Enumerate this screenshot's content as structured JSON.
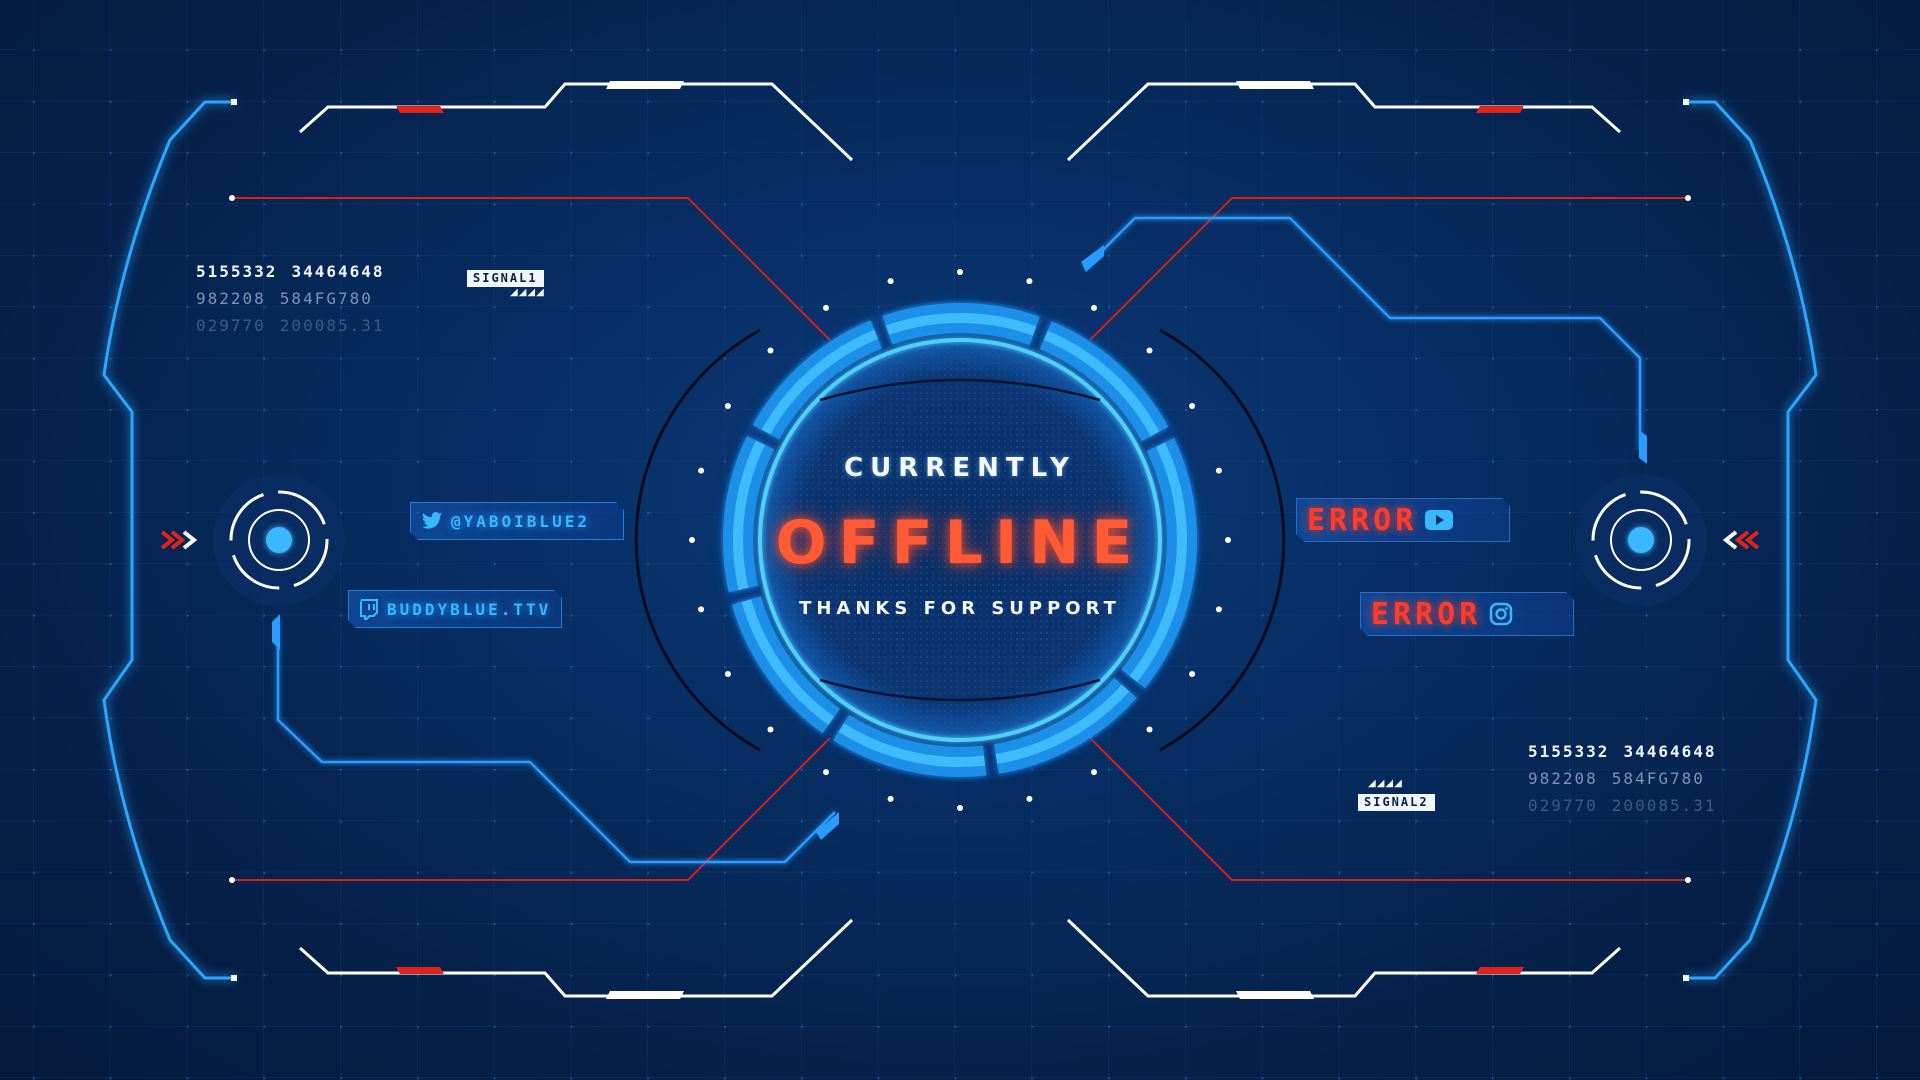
{
  "screen": {
    "status_line": "CURRENTLY",
    "status_main": "OFFLINE",
    "status_sub": "THANKS FOR SUPPORT"
  },
  "readouts": {
    "left": {
      "row1": [
        "5155332",
        "34464648"
      ],
      "row2": [
        "982208",
        "584FG780"
      ],
      "row3": [
        "029770",
        "200085.31"
      ]
    },
    "right": {
      "row1": [
        "5155332",
        "34464648"
      ],
      "row2": [
        "982208",
        "584FG780"
      ],
      "row3": [
        "029770",
        "200085.31"
      ]
    }
  },
  "signals": {
    "left": "SIGNAL1",
    "right": "SIGNAL2"
  },
  "socials": {
    "twitter": {
      "label": "@YABOIBLUE2",
      "icon": "twitter-icon"
    },
    "twitch": {
      "label": "BUDDYBLUE.TTV",
      "icon": "twitch-icon"
    },
    "youtube": {
      "label": "ERROR",
      "icon": "youtube-icon"
    },
    "instagram": {
      "label": "ERROR",
      "icon": "instagram-icon"
    }
  },
  "colors": {
    "background": "#062a5e",
    "accent_blue": "#1ea8ff",
    "accent_red": "#e0241c",
    "offline_red": "#ff5a36",
    "frame_white": "#ffffff"
  }
}
